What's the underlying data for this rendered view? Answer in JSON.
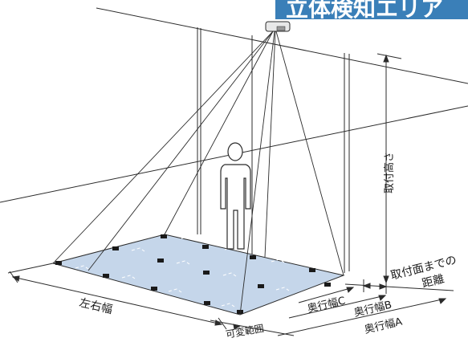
{
  "title_banner": {
    "text": "立体検知エリア",
    "color": "#3a7fb8"
  },
  "labels": {
    "width": "左右幅",
    "depth_c": "奥行幅C",
    "depth_b": "奥行幅B",
    "depth_a": "奥行幅A",
    "variable_range": "可変範囲",
    "mount_height": "取付高さ",
    "distance_line1": "取付面までの",
    "distance_line2": "距離"
  },
  "colors": {
    "floor_area": "#c5d6ea",
    "line": "#2b2b2b"
  }
}
